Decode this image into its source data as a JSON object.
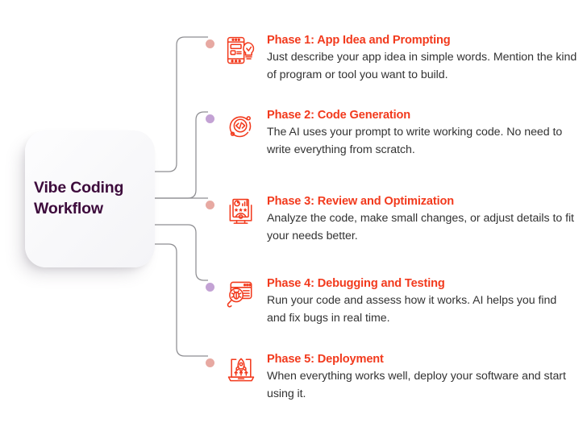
{
  "diagram": {
    "hub": {
      "title": "Vibe Coding\nWorkflow",
      "title_color": "#3d0b3c",
      "background_color": "#f8f8fa"
    },
    "accent_color": "#f23a1d",
    "body_text_color": "#333333",
    "connector_color": "#8e8e92",
    "dot_colors": {
      "pink": "#e7a9a2",
      "purple": "#c3a2d4"
    },
    "phases": [
      {
        "title": "Phase 1: App Idea and Prompting",
        "description": "Just describe your app idea in simple words. Mention the kind of program or tool you want to build.",
        "icon": "phone-lightbulb-icon",
        "dot": "pink"
      },
      {
        "title": "Phase 2: Code Generation",
        "description": "The AI uses your prompt to write working code. No need to write everything from scratch.",
        "icon": "code-circle-icon",
        "dot": "purple"
      },
      {
        "title": "Phase 3: Review and Optimization",
        "description": "Analyze the code, make small changes, or adjust details to fit your needs better.",
        "icon": "monitor-dashboard-icon",
        "dot": "pink"
      },
      {
        "title": "Phase 4: Debugging and Testing",
        "description": "Run your code and assess how it works. AI helps you find and fix bugs in real time.",
        "icon": "bug-magnifier-icon",
        "dot": "purple"
      },
      {
        "title": "Phase 5: Deployment",
        "description": "When everything works well, deploy your software and start using it.",
        "icon": "laptop-rocket-icon",
        "dot": "pink"
      }
    ]
  }
}
